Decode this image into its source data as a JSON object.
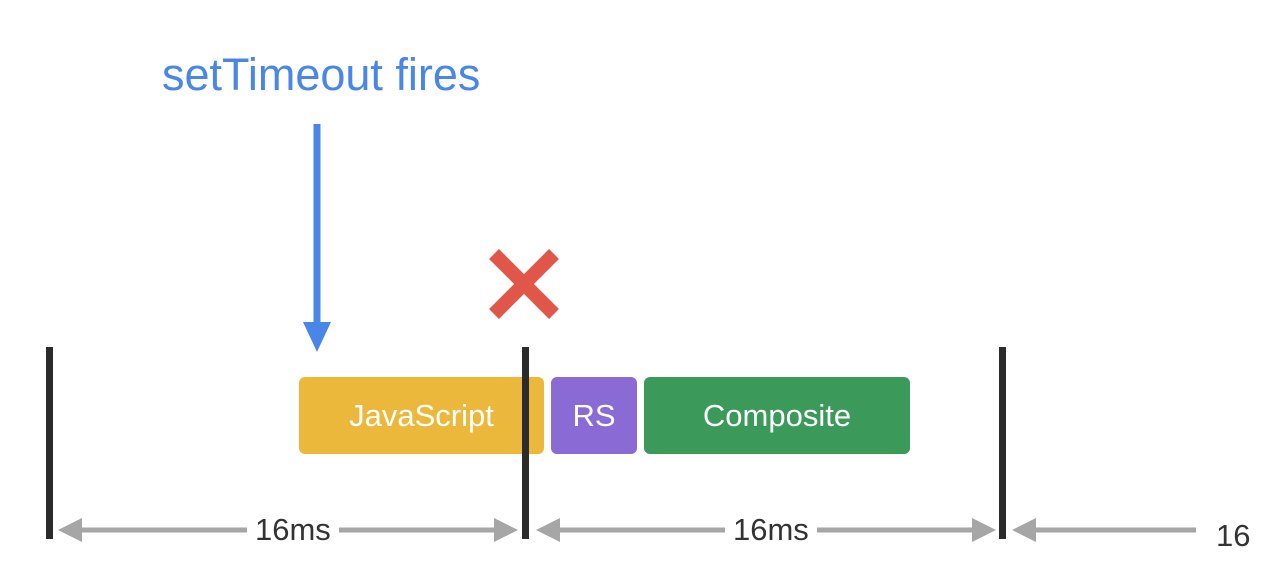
{
  "annotation": {
    "text": "setTimeout fires",
    "color": "#4a86e8"
  },
  "tasks": [
    {
      "label": "JavaScript",
      "color": "#ebb83b"
    },
    {
      "label": "RS",
      "color": "#8a6bd6"
    },
    {
      "label": "Composite",
      "color": "#3b9a59"
    }
  ],
  "missed_frame_marker": {
    "icon": "cross-icon",
    "color": "#e0574a"
  },
  "intervals": [
    {
      "label": "16ms"
    },
    {
      "label": "16ms"
    },
    {
      "label": "16"
    }
  ],
  "colors": {
    "frame_line": "#2b2b2b",
    "interval_arrow": "#a6a6a6"
  }
}
